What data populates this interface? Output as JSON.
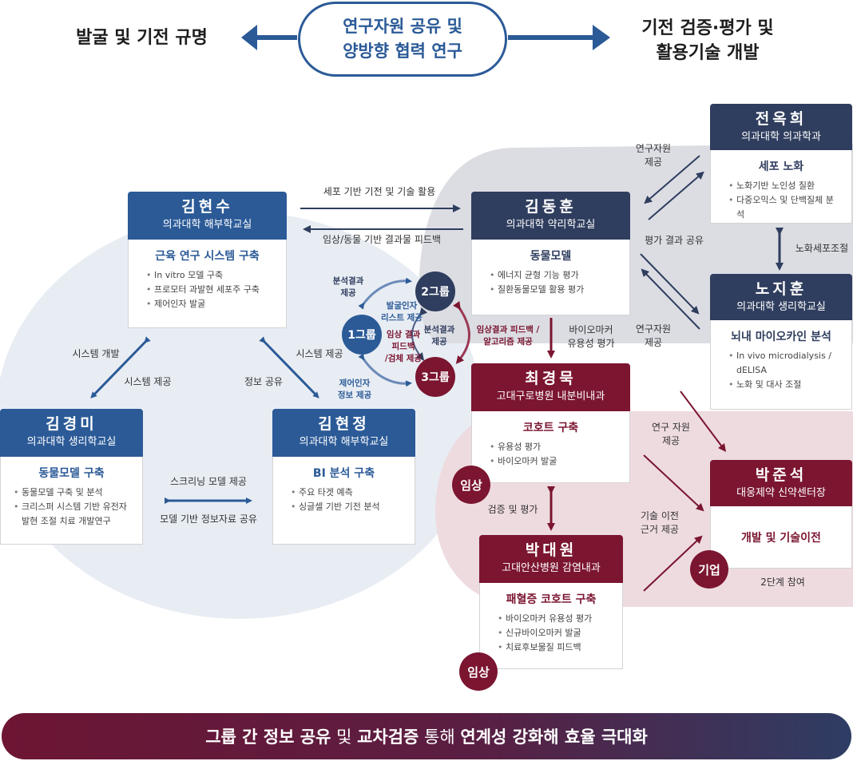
{
  "header": {
    "left": "발굴 및 기전 규명",
    "center_line1": "연구자원 공유 및",
    "center_line2": "양방향 협력 연구",
    "right_line1": "기전 검증·평가 및",
    "right_line2": "활용기술 개발"
  },
  "people": {
    "kim_hyunsu": {
      "name": "김현수",
      "affil": "의과대학 해부학교실",
      "title": "근육 연구 시스템 구축",
      "items": [
        "In vitro 모델 구축",
        "프로모터 과발현 세포주 구축",
        "제어인자 발굴"
      ]
    },
    "kim_donghoon": {
      "name": "김동훈",
      "affil": "의과대학 약리학교실",
      "title": "동물모델",
      "items": [
        "에너지 균형 기능 평가",
        "질환동물모델 활용 평가"
      ]
    },
    "jeon_okhee": {
      "name": "전옥희",
      "affil": "의과대학 의과학과",
      "title": "세포 노화",
      "items": [
        "노화기반 노인성 질환",
        "다중오믹스 및 단백질체 분석"
      ]
    },
    "noh_jihoon": {
      "name": "노지훈",
      "affil": "의과대학 생리학교실",
      "title": "뇌내 마이오카인 분석",
      "items": [
        "In vivo microdialysis / dELISA",
        "노화 및 대사 조절"
      ]
    },
    "kim_kyungmi": {
      "name": "김경미",
      "affil": "의과대학 생리학교실",
      "title": "동물모델 구축",
      "items": [
        "동물모델 구축 및 분석",
        "크리스퍼 시스템 기반 유전자 발현 조절 치료 개발연구"
      ]
    },
    "kim_hyunjung": {
      "name": "김현정",
      "affil": "의과대학 해부학교실",
      "title": "BI 분석 구축",
      "items": [
        "주요 타겟 예측",
        "싱글셀 기반 기전 분석"
      ]
    },
    "choi_kyungmook": {
      "name": "최경묵",
      "affil": "고대구로병원 내분비내과",
      "title": "코호트 구축",
      "items": [
        "유용성 평가",
        "바이오마커 발굴"
      ]
    },
    "park_daewon": {
      "name": "박대원",
      "affil": "고대안산병원 감염내과",
      "title": "패혈증 코호트 구축",
      "items": [
        "바이오마커 유용성 평가",
        "신규바이오마커 발굴",
        "치료후보물질 피드백"
      ]
    },
    "park_junseok": {
      "name": "박준석",
      "affil": "대웅제약 신약센터장",
      "title": "개발 및 기술이전"
    }
  },
  "groups": {
    "g1": "1그룹",
    "g2": "2그룹",
    "g3": "3그룹"
  },
  "badges": {
    "clinic": "임상",
    "company": "기업"
  },
  "labels": {
    "cell_tech": "세포 기반 기전 및 기술 활용",
    "clinical_feedback": "임상/동물 기반 결과물 피드백",
    "research_resource_1": "연구자원\n제공",
    "eval_share": "평가 결과 공유",
    "research_resource_2": "연구자원\n제공",
    "aging_cell": "노화세포조절",
    "analysis_1": "분석결과\n제공",
    "discovery_list": "발굴인자\n리스트 제공",
    "clinic_feedback_sample": "임상 결과\n피드백\n/검체 제공",
    "analysis_2": "분석결과\n제공",
    "factor_info": "제어인자\n정보 제공",
    "clinic_algorithm": "임상결과 피드백 /\n알고리즘 제공",
    "biomarker_eval": "바이오마커\n유용성 평가",
    "system_dev": "시스템 개발",
    "system_provide_1": "시스템 제공",
    "info_share": "정보 공유",
    "system_provide_2": "시스템 제공",
    "screening": "스크리닝 모델 제공",
    "model_info": "모델 기반 정보자료 공유",
    "research_resource_3": "연구 자원\n제공",
    "verify_eval": "검증 및 평가",
    "tech_transfer": "기술 이전\n근거 제공",
    "stage2": "2단계 참여"
  },
  "banner": {
    "p1": "그룹 간 정보 공유",
    "p2": " 및 ",
    "p3": "교차검증",
    "p4": " 통해 ",
    "p5": "연계성 강화해 효율 극대화"
  },
  "colors": {
    "navy": "#2f3d5e",
    "blue": "#2b5a97",
    "wine": "#7b1530",
    "blue_blob": "#e8edf4",
    "gray_blob": "#dcdde3",
    "pink_blob": "#eedbe0"
  }
}
